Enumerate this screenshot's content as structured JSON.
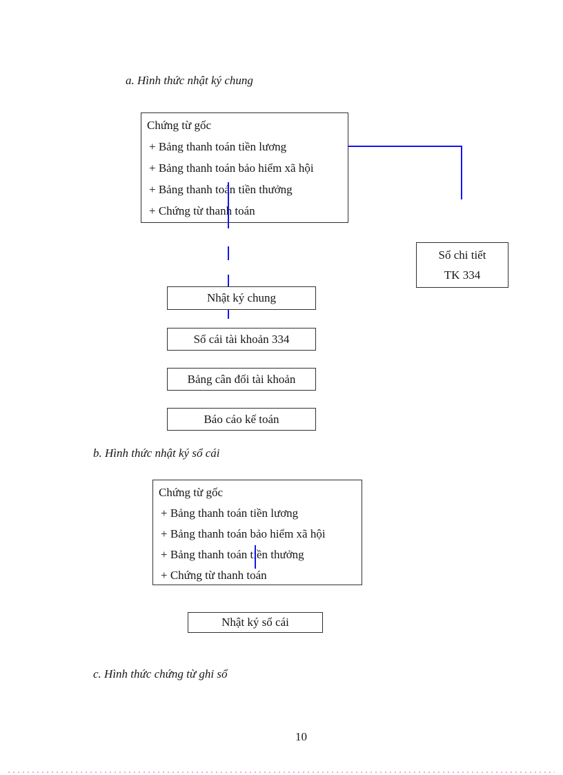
{
  "headings": {
    "a": "a. Hình thức nhật ký chung",
    "b": "b. Hình thức nhật ký sổ cái",
    "c": "c. Hình thức chứng từ ghi sổ"
  },
  "diagram_a": {
    "source_box": {
      "title": "Chứng từ gốc",
      "items": [
        "+ Bảng thanh toán tiền lương",
        "+ Bảng thanh toán bảo hiểm xã hội",
        "+ Bảng thanh toán tiền thưởng",
        "+ Chứng từ thanh toán"
      ]
    },
    "flow_boxes": [
      "Nhật ký chung",
      "Sổ cái tài khoản 334",
      "Bảng cân đối tài khoản",
      "Báo cáo kế toán"
    ],
    "detail_box": {
      "line1": "Sổ chi tiết",
      "line2": "TK 334"
    }
  },
  "diagram_b": {
    "source_box": {
      "title": "Chứng từ gốc",
      "items": [
        "+ Bảng thanh toán tiền lương",
        "+ Bảng thanh toán bảo hiểm xã hội",
        "+ Bảng thanh toán tiền thưởng",
        "+ Chứng từ thanh toán"
      ]
    },
    "flow_boxes": [
      "Nhật ký sổ cái"
    ]
  },
  "page_number": "10",
  "colors": {
    "connector_blue": "#1414f0",
    "divider_pink": "#ff9fd9",
    "box_border": "#2f2f2f",
    "text": "#161616"
  }
}
